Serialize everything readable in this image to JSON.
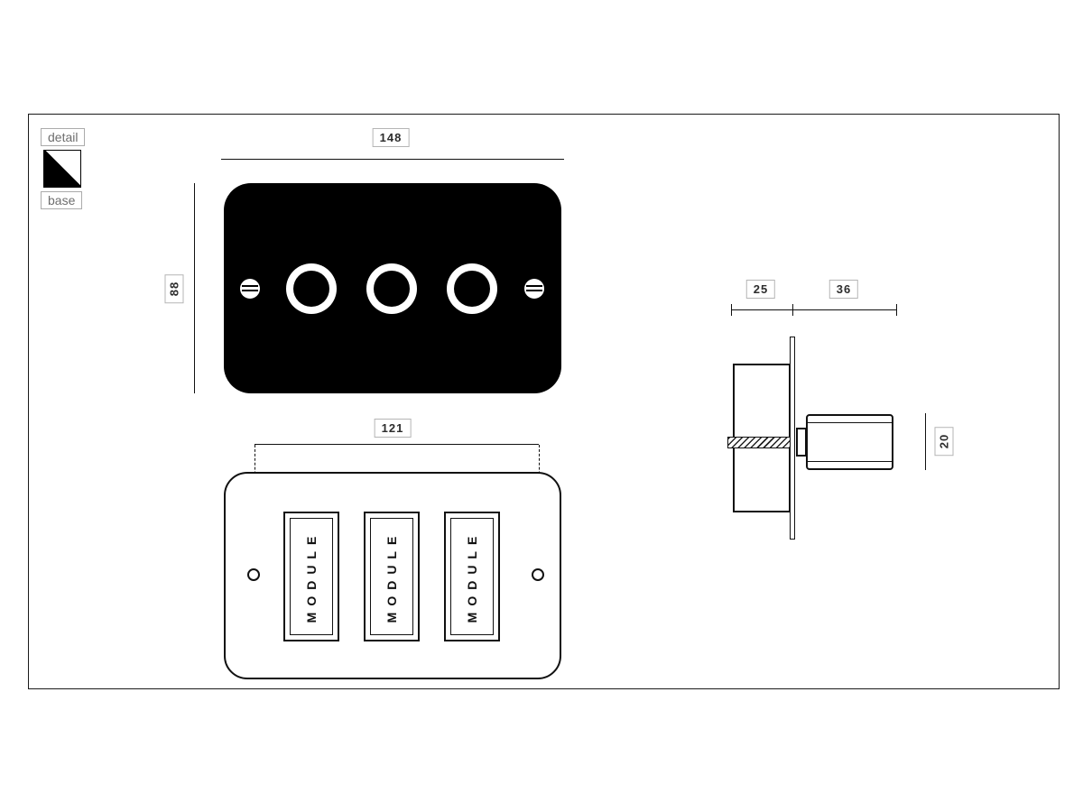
{
  "legend": {
    "detail": "detail",
    "base": "base"
  },
  "front_view": {
    "width_dim": "148",
    "height_dim": "88"
  },
  "rear_view": {
    "width_dim": "121",
    "modules": [
      "MODULE",
      "MODULE",
      "MODULE"
    ]
  },
  "side_view": {
    "wall_box_depth_dim": "25",
    "knob_projection_dim": "36",
    "knob_diameter_dim": "20"
  },
  "colors": {
    "faceplate": "#000000",
    "outline": "#111111",
    "dimension_text": "#2d2d2d",
    "legend_text": "#6e6e6e"
  }
}
